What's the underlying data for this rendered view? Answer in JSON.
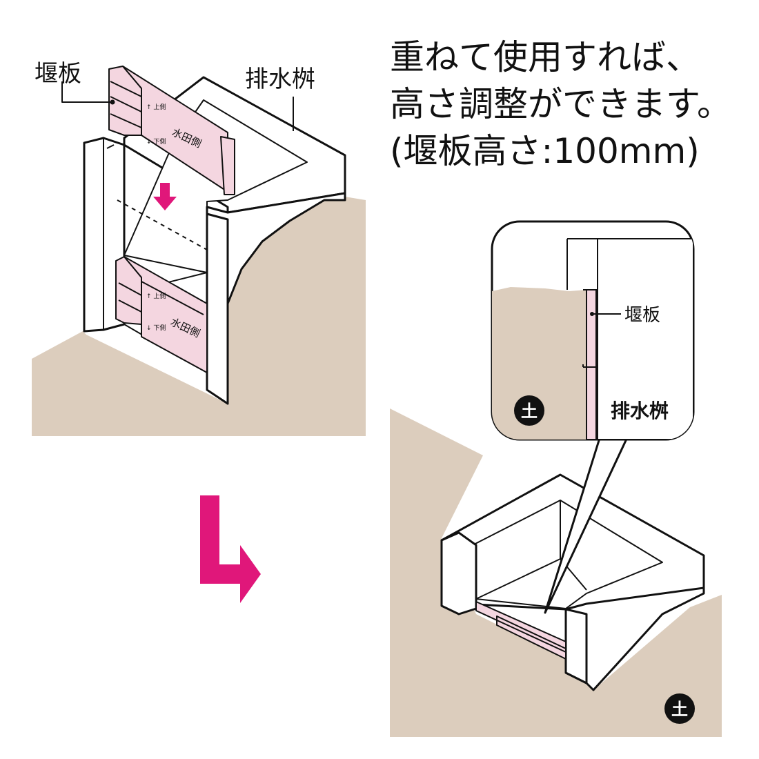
{
  "heading": {
    "line1": "重ねて使用すれば、",
    "line2": "高さ調整ができます。",
    "line3": "(堰板高さ:100mm)"
  },
  "left_diagram": {
    "label_weir_board": "堰板",
    "label_drain_box": "排水桝",
    "board_upper_side": "↑ 上側",
    "board_lower_side": "↓ 下側",
    "board_paddy_side": "水田側"
  },
  "inset": {
    "label_weir_board": "堰板",
    "label_drain_box": "排水桝",
    "soil_symbol": "土"
  },
  "right_diagram": {
    "soil_symbol": "土"
  },
  "colors": {
    "board_pink": "#f4d6e0",
    "soil": "#dccdbd",
    "arrow_magenta": "#e0177a",
    "line": "#111111"
  }
}
